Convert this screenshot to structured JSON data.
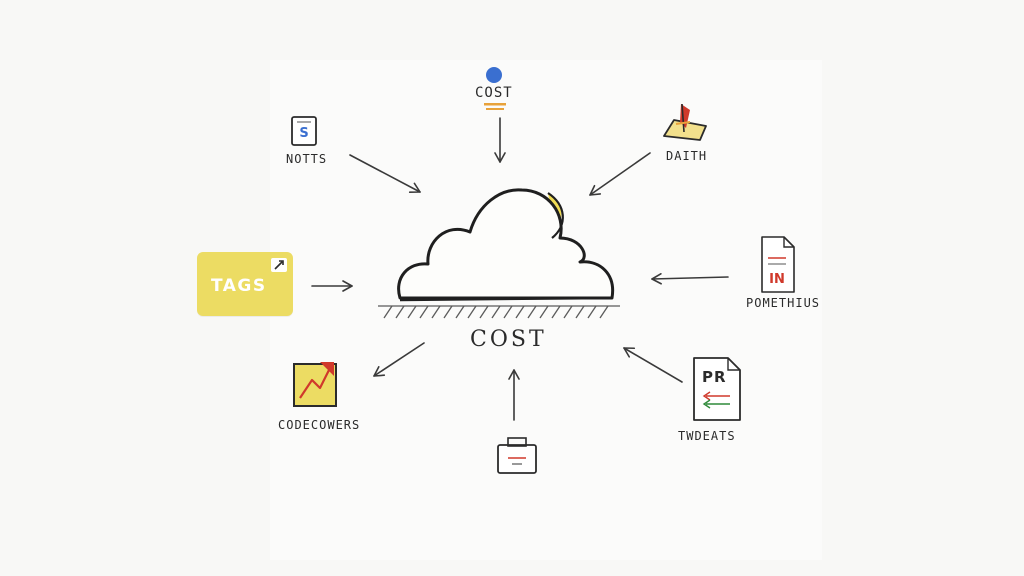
{
  "labels": {
    "center": "COST",
    "top": "COST",
    "top_left": "NOTTS",
    "top_right": "DAITH",
    "left": "TAGS",
    "right": "POMETHIUS",
    "bottom_left": "CODECOWERS",
    "bottom_right": "TWDEATS",
    "pr_badge": "PR"
  },
  "icons": {
    "top": "blue-dot-icon",
    "top_left": "document-icon",
    "top_right": "flag-icon",
    "right": "document-icon",
    "bottom_left": "chart-icon",
    "bottom_right": "pull-request-document-icon",
    "bottom": "briefcase-icon",
    "center": "cloud-icon"
  },
  "colors": {
    "accent_yellow": "#ecdc63",
    "accent_blue": "#3a6fd0",
    "accent_red": "#d0392b",
    "accent_orange": "#e8a23a",
    "ink": "#2b2b2b"
  }
}
